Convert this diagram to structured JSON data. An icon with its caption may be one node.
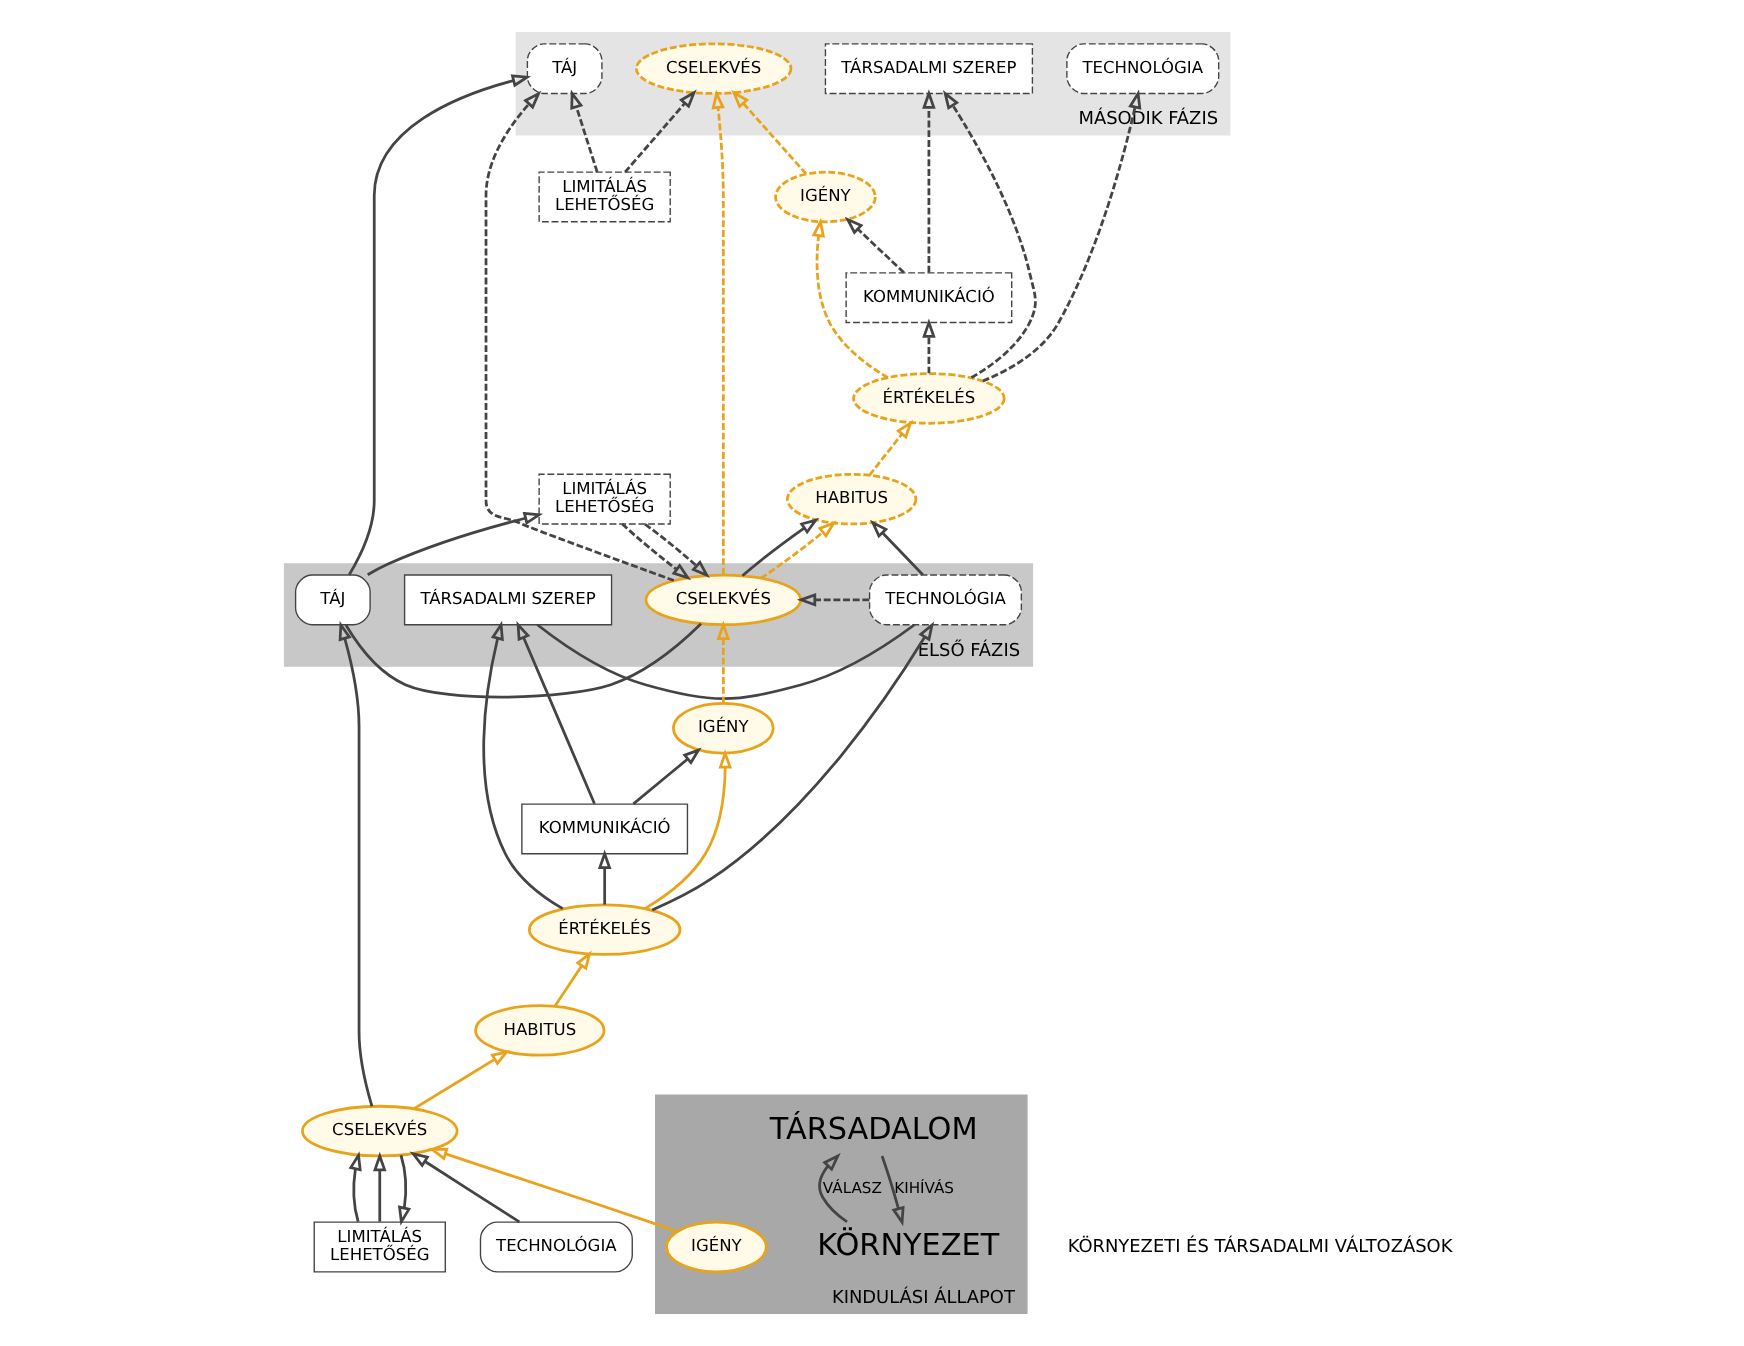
{
  "diagram": {
    "nodes": [
      {
        "text": [
          "MÁSODIK FÁZIS"
        ]
      },
      {
        "text": [
          "TÁJ"
        ],
        "in": 0
      },
      {
        "text": [
          "CSELEKVÉS"
        ],
        "in": 0
      },
      {
        "text": [
          "TECHNOLÓGIA"
        ],
        "in": 0
      },
      {
        "text": [
          "TÁRSADALMI SZEREP"
        ],
        "in": 0
      },
      {
        "text": [
          "LIMITÁLÁS",
          "LEHETŐSÉG"
        ]
      },
      {
        "text": [
          "HABITUS"
        ]
      },
      {
        "text": [
          "ÉRTÉKELÉS"
        ]
      },
      {
        "text": [
          "IGÉNY"
        ]
      },
      {
        "text": [
          "KOMMUNIKÁCIÓ"
        ]
      },
      {
        "text": [
          "ELSŐ FÁZIS"
        ]
      },
      {
        "text": [
          "TÁJ"
        ],
        "in": 10
      },
      {
        "text": [
          "CSELEKVÉS"
        ],
        "in": 10
      },
      {
        "text": [
          "TECHNOLÓGIA"
        ],
        "in": 10
      },
      {
        "text": [
          "TÁRSADALMI SZEREP"
        ],
        "in": 10
      },
      {
        "text": [
          "LIMITÁLÁS",
          "LEHETŐSÉG"
        ]
      },
      {
        "text": [
          "HABITUS"
        ]
      },
      {
        "text": [
          "ÉRTÉKELÉS"
        ]
      },
      {
        "text": [
          "IGÉNY"
        ]
      },
      {
        "text": [
          "KOMMUNIKÁCIÓ"
        ]
      },
      {
        "text": [
          "LIMITÁLÁS",
          "LEHETŐSÉG"
        ]
      },
      {
        "text": [
          "CSELEKVÉS"
        ]
      },
      {
        "text": [
          "TECHNOLÓGIA"
        ]
      },
      {
        "text": [
          "KINDULÁSI ÁLLAPOT"
        ]
      },
      {
        "text": [
          "KÖRNYEZET"
        ],
        "in": 23
      },
      {
        "text": [
          "IGÉNY"
        ],
        "in": 23
      },
      {
        "text": [
          "TÁRSADALOM"
        ],
        "in": 23
      }
    ],
    "edges": [
      {
        "from": 26,
        "to": 24,
        "arrow": "to",
        "label": "KIHÍVÁS"
      },
      {
        "from": 24,
        "to": 26,
        "arrow": "to",
        "label": "VÁLASZ"
      },
      {
        "from": 25,
        "to": 21,
        "arrow": "to",
        "color": "#e8a31c"
      },
      {
        "from": 22,
        "to": 21,
        "arrow": "to"
      },
      {
        "from": 20,
        "to": 21,
        "arrow": "to"
      },
      {
        "from": 20,
        "to": 21,
        "arrow": "to"
      },
      {
        "from": 21,
        "to": 20,
        "arrow": "to"
      },
      {
        "from": 21,
        "to": 16,
        "arrow": "to",
        "color": "#e8a31c"
      },
      {
        "from": 16,
        "to": 17,
        "arrow": "to",
        "color": "#e8a31c"
      },
      {
        "from": 17,
        "to": 18,
        "arrow": "to",
        "color": "#e8a31c"
      },
      {
        "from": 19,
        "to": 18,
        "arrow": "to"
      },
      {
        "from": 17,
        "to": 13,
        "arrow": "to"
      },
      {
        "from": 17,
        "to": 14,
        "arrow": "to"
      },
      {
        "from": 17,
        "to": 19,
        "arrow": "to"
      },
      {
        "from": 19,
        "to": 14,
        "arrow": "to"
      },
      {
        "from": 21,
        "to": 11,
        "arrow": "to"
      },
      {
        "from": 18,
        "to": 12,
        "arrow": "to",
        "style": "dashed",
        "color": "#e8a31c"
      },
      {
        "from": 15,
        "to": 12,
        "arrow": "to",
        "style": "dashed"
      },
      {
        "from": 15,
        "to": 12,
        "arrow": "to",
        "style": "dashed"
      },
      {
        "from": 11,
        "to": 15,
        "arrow": "to"
      },
      {
        "from": 12,
        "to": 11,
        "arrow": "none"
      },
      {
        "from": 13,
        "to": 12,
        "arrow": "to",
        "style": "dashed"
      },
      {
        "from": 14,
        "to": 13,
        "arrow": "none"
      },
      {
        "from": 12,
        "to": 6,
        "arrow": "to"
      },
      {
        "from": 13,
        "to": 6,
        "arrow": "to"
      },
      {
        "from": 11,
        "to": 1,
        "arrow": "to"
      },
      {
        "from": 12,
        "to": 1,
        "arrow": "to",
        "style": "dashed"
      },
      {
        "from": 12,
        "to": 2,
        "arrow": "to",
        "style": "dashed",
        "color": "#e8a31c"
      },
      {
        "from": 12,
        "to": 6,
        "arrow": "to",
        "style": "dashed",
        "color": "#e8a31c"
      },
      {
        "from": 6,
        "to": 7,
        "arrow": "to",
        "style": "dashed",
        "color": "#e8a31c"
      },
      {
        "from": 7,
        "to": 8,
        "arrow": "to",
        "style": "dashed",
        "color": "#e8a31c"
      },
      {
        "from": 8,
        "to": 2,
        "arrow": "to",
        "style": "dashed",
        "color": "#e8a31c"
      },
      {
        "from": 9,
        "to": 8,
        "arrow": "to",
        "style": "dashed"
      },
      {
        "from": 7,
        "to": 3,
        "arrow": "to",
        "style": "dashed"
      },
      {
        "from": 7,
        "to": 4,
        "arrow": "to",
        "style": "dashed"
      },
      {
        "from": 7,
        "to": 9,
        "arrow": "to",
        "style": "dashed"
      },
      {
        "from": 9,
        "to": 4,
        "arrow": "to",
        "style": "dashed"
      },
      {
        "from": 5,
        "to": 1,
        "arrow": "to",
        "style": "dashed"
      },
      {
        "from": 5,
        "to": 2,
        "arrow": "to",
        "style": "dashed"
      }
    ],
    "labels": [
      "KÖRNYEZETI ÉS TÁRSADALMI VÁLTOZÁSOK"
    ]
  }
}
